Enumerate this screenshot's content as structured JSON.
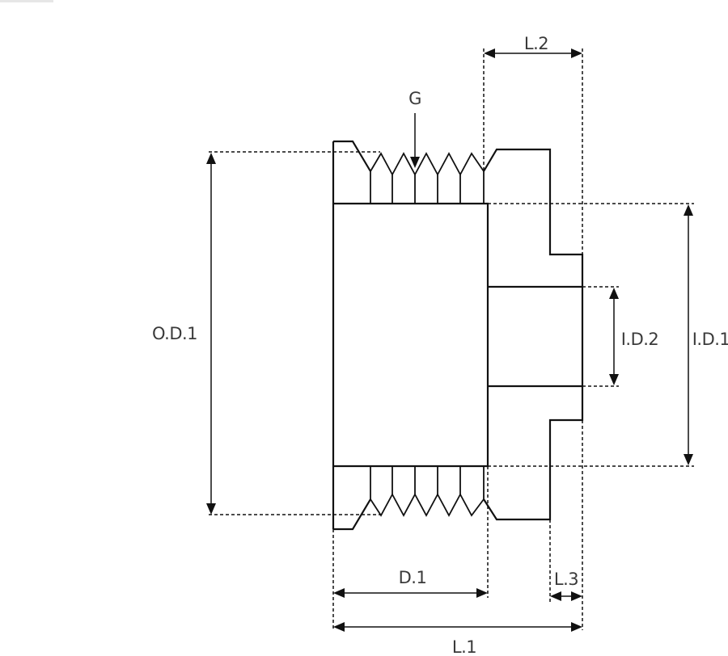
{
  "labels": {
    "od1": "O.D.1",
    "id1": "I.D.1",
    "id2": "I.D.2",
    "d1": "D.1",
    "l1": "L.1",
    "l2": "L.2",
    "l3": "L.3",
    "g": "G"
  }
}
